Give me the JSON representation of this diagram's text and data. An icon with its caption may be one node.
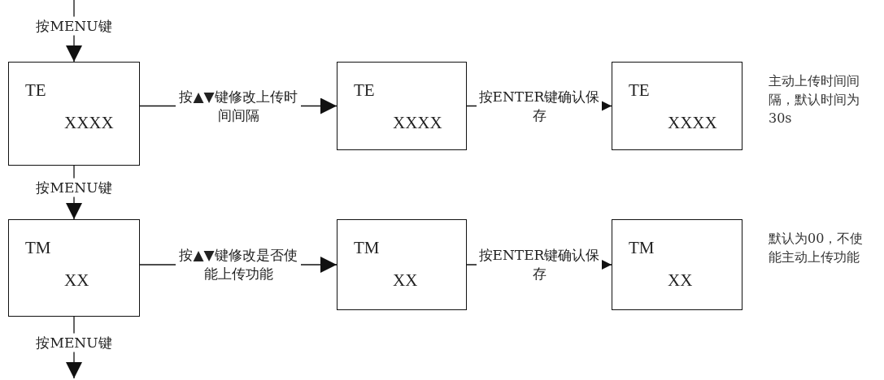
{
  "diagram": {
    "nodes": [
      {
        "text": [
          "TE",
          "XXXX"
        ]
      },
      {
        "text": [
          "TE",
          "XXXX"
        ]
      },
      {
        "text": [
          "TE",
          "XXXX"
        ],
        "beside": [
          "主动上传时间间隔，默认时间为30s"
        ]
      },
      {
        "text": [
          "TM",
          "XX"
        ]
      },
      {
        "text": [
          "TM",
          "XX"
        ]
      },
      {
        "text": [
          "TM",
          "XX"
        ],
        "beside": [
          "默认为00，不使能主动上传功能"
        ]
      }
    ],
    "edges": [
      {
        "from": null,
        "to": 0,
        "arrow": "to",
        "label": "按MENU键"
      },
      {
        "from": 0,
        "to": 1,
        "arrow": "to",
        "label": "按▲▼键修改上传时间间隔"
      },
      {
        "from": 1,
        "to": 2,
        "arrow": "to",
        "label": "按ENTER键确认保存"
      },
      {
        "from": 0,
        "to": 3,
        "arrow": "to",
        "label": "按MENU键"
      },
      {
        "from": 3,
        "to": 4,
        "arrow": "to",
        "label": "按▲▼键修改是否使能上传功能"
      },
      {
        "from": 4,
        "to": 5,
        "arrow": "to",
        "label": "按ENTER键确认保存"
      },
      {
        "from": 3,
        "to": null,
        "arrow": "to",
        "label": "按MENU键"
      }
    ]
  }
}
